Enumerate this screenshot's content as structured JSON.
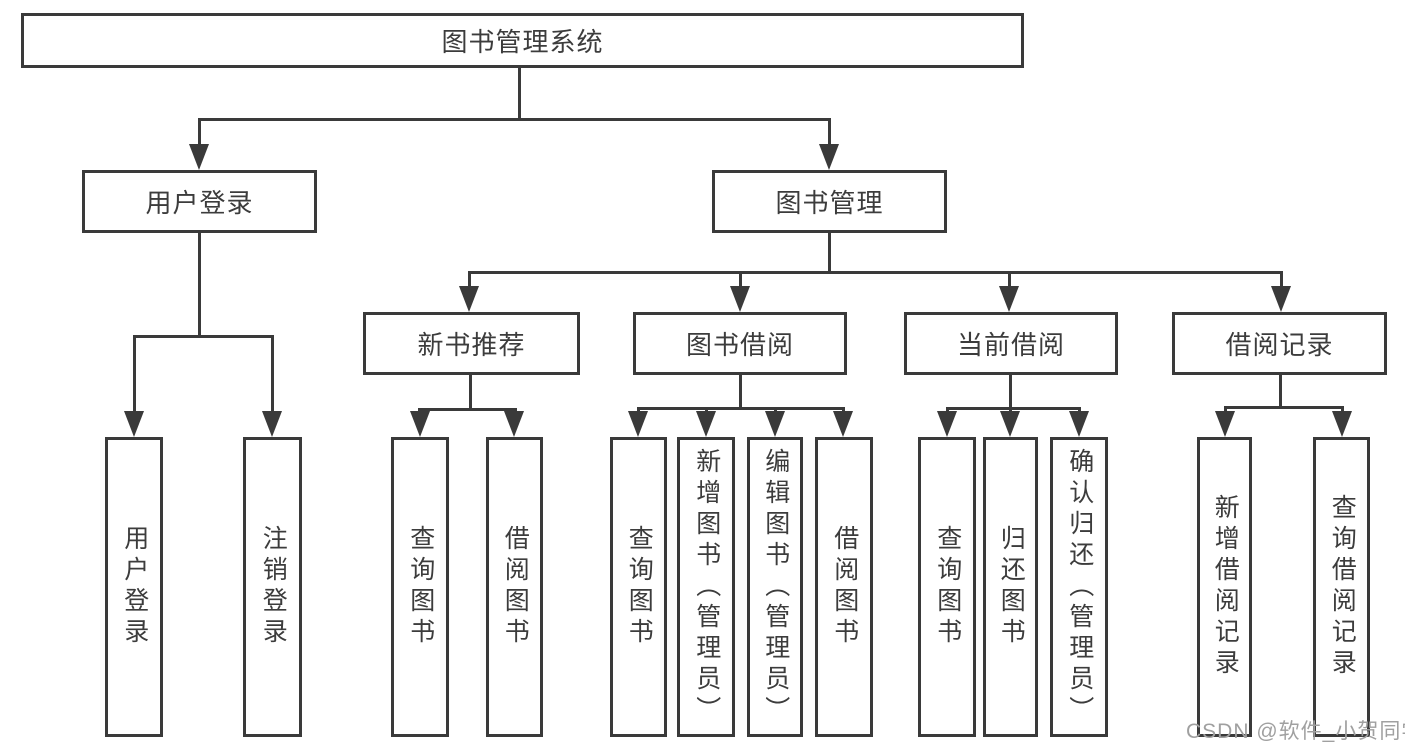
{
  "diagram": {
    "root": {
      "label": "图书管理系统"
    },
    "level2": [
      {
        "label": "用户登录"
      },
      {
        "label": "图书管理"
      }
    ],
    "level3": [
      {
        "label": "新书推荐"
      },
      {
        "label": "图书借阅"
      },
      {
        "label": "当前借阅"
      },
      {
        "label": "借阅记录"
      }
    ],
    "leaves": [
      {
        "label": "用户登录"
      },
      {
        "label": "注销登录"
      },
      {
        "label": "查询图书"
      },
      {
        "label": "借阅图书"
      },
      {
        "label": "查询图书"
      },
      {
        "label": "新增图书（管理员）"
      },
      {
        "label": "编辑图书（管理员）"
      },
      {
        "label": "借阅图书"
      },
      {
        "label": "查询图书"
      },
      {
        "label": "归还图书"
      },
      {
        "label": "确认归还（管理员）"
      },
      {
        "label": "新增借阅记录"
      },
      {
        "label": "查询借阅记录"
      }
    ],
    "watermark": "CSDN @软件_小贺同学",
    "colors": {
      "line": "#3a3a3a",
      "text": "#3c3c3c",
      "watermark": "#a0a0a0"
    }
  }
}
